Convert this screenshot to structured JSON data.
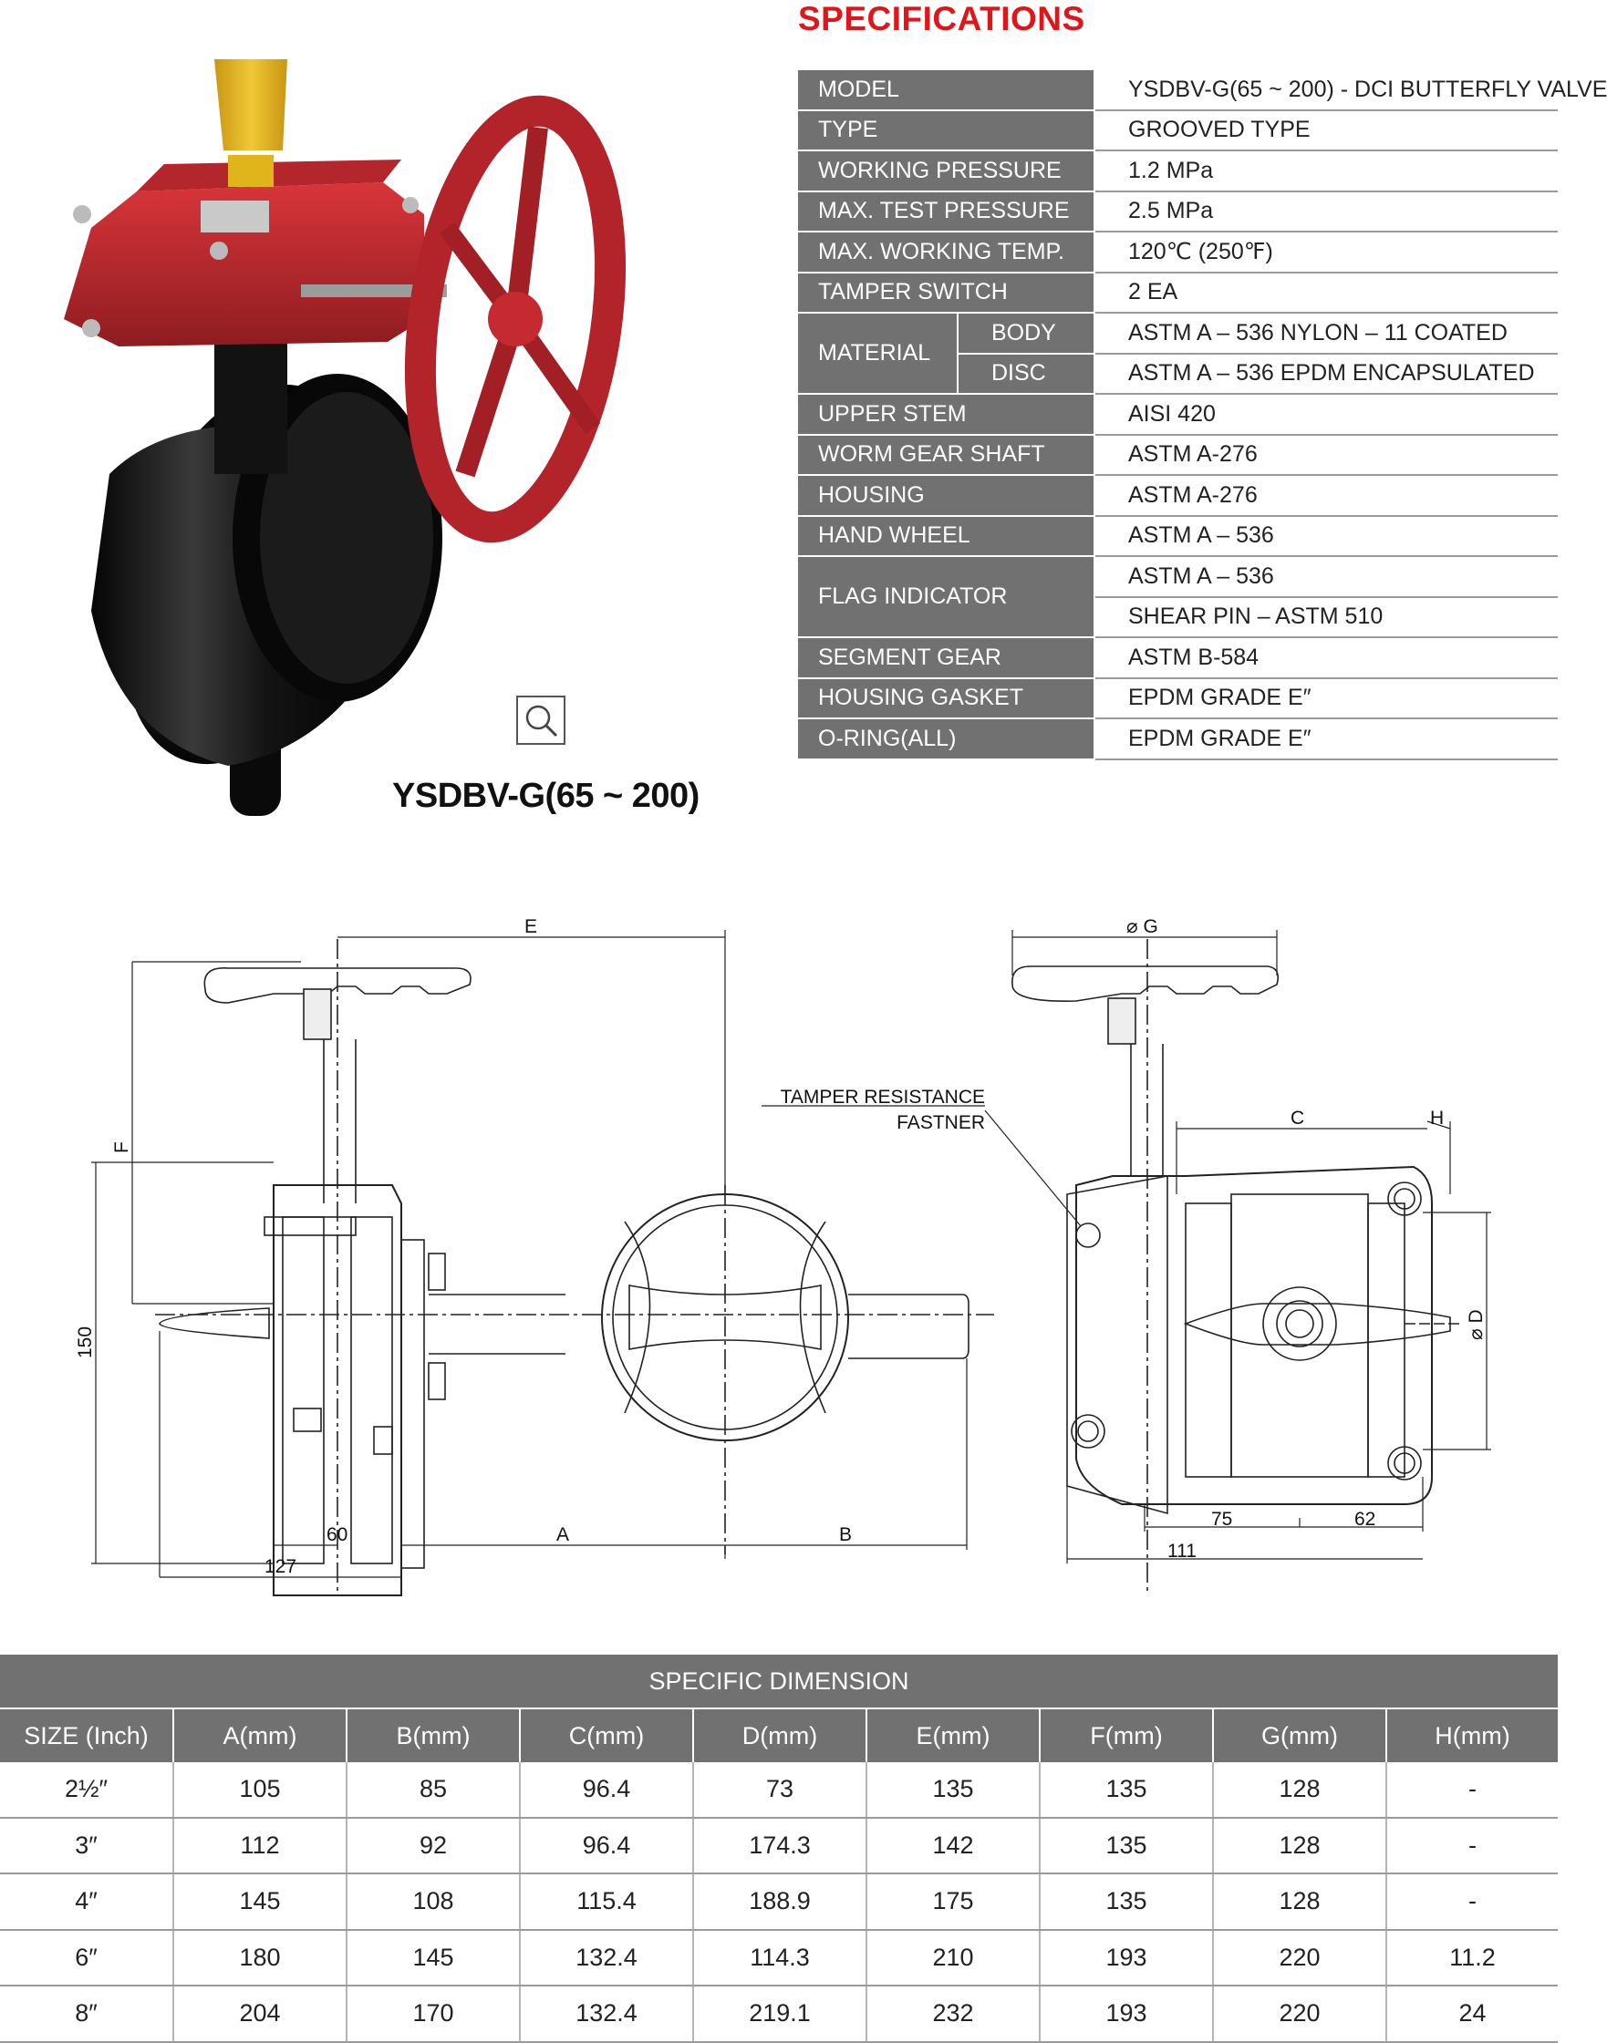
{
  "specifications": {
    "title": "SPECIFICATIONS",
    "rows": [
      {
        "key": "MODEL",
        "value": "YSDBV-G(65 ~ 200) - DCI BUTTERFLY VALVE"
      },
      {
        "key": "TYPE",
        "value": "GROOVED TYPE"
      },
      {
        "key": "WORKING PRESSURE",
        "value": "1.2 MPa"
      },
      {
        "key": "MAX. TEST PRESSURE",
        "value": "2.5 MPa"
      },
      {
        "key": "MAX. WORKING TEMP.",
        "value": "120℃ (250℉)"
      },
      {
        "key": "TAMPER SWITCH",
        "value": "2 EA"
      }
    ],
    "material": {
      "key": "MATERIAL",
      "body_label": "BODY",
      "body_value": "ASTM A – 536 NYLON – 11 COATED",
      "disc_label": "DISC",
      "disc_value": "ASTM A – 536 EPDM ENCAPSULATED"
    },
    "rows2": [
      {
        "key": "UPPER STEM",
        "value": "AISI 420"
      },
      {
        "key": "WORM GEAR SHAFT",
        "value": "ASTM A-276"
      },
      {
        "key": "HOUSING",
        "value": "ASTM A-276"
      },
      {
        "key": "HAND WHEEL",
        "value": "ASTM A – 536"
      }
    ],
    "flag": {
      "key": "FLAG INDICATOR",
      "value1": "ASTM A – 536",
      "value2": "SHEAR PIN – ASTM 510"
    },
    "rows3": [
      {
        "key": "SEGMENT GEAR",
        "value": "ASTM B-584"
      },
      {
        "key": "HOUSING GASKET",
        "value": "EPDM GRADE E″"
      },
      {
        "key": "O-RING(ALL)",
        "value": "EPDM GRADE E″"
      }
    ]
  },
  "product": {
    "model_label": "YSDBV-G(65 ~ 200)",
    "zoom_icon": "magnifier-icon",
    "colors": {
      "handwheel": "#b3232a",
      "gearbox": "#c0282c",
      "body": "#1a1a1a",
      "flag": "#e0b51c"
    }
  },
  "drawing": {
    "labels": {
      "E": "E",
      "F": "F",
      "dim150": "150",
      "dim60": "60",
      "dim127": "127",
      "A": "A",
      "B": "B",
      "G": "⌀ G",
      "C": "C",
      "H": "H",
      "D": "⌀ D",
      "dim75": "75",
      "dim62": "62",
      "dim111": "111",
      "tamper1": "TAMPER RESISTANCE",
      "tamper2": "FASTNER"
    }
  },
  "dimension": {
    "title": "SPECIFIC DIMENSION",
    "headers": [
      "SIZE (Inch)",
      "A(mm)",
      "B(mm)",
      "C(mm)",
      "D(mm)",
      "E(mm)",
      "F(mm)",
      "G(mm)",
      "H(mm)"
    ],
    "rows": [
      [
        "2½″",
        "105",
        "85",
        "96.4",
        "73",
        "135",
        "135",
        "128",
        "-"
      ],
      [
        "3″",
        "112",
        "92",
        "96.4",
        "174.3",
        "142",
        "135",
        "128",
        "-"
      ],
      [
        "4″",
        "145",
        "108",
        "115.4",
        "188.9",
        "175",
        "135",
        "128",
        "-"
      ],
      [
        "6″",
        "180",
        "145",
        "132.4",
        "114.3",
        "210",
        "193",
        "220",
        "11.2"
      ],
      [
        "8″",
        "204",
        "170",
        "132.4",
        "219.1",
        "232",
        "193",
        "220",
        "24"
      ]
    ]
  }
}
